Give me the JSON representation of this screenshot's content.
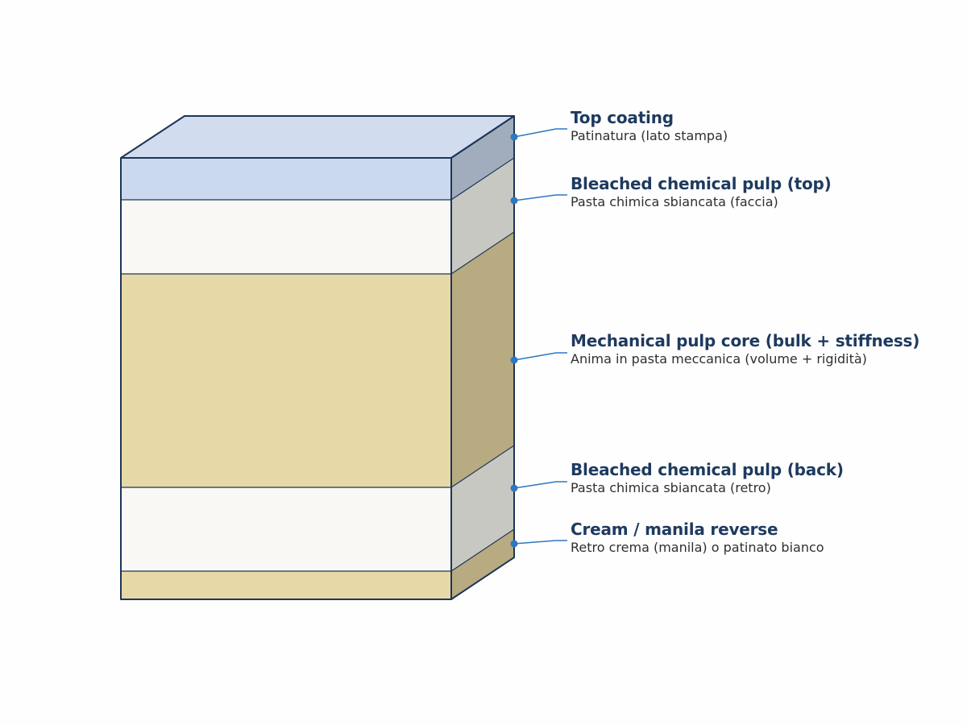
{
  "colors": {
    "outline": "#1e3557",
    "leader": "#2e78c0",
    "title_text": "#1e3a5f",
    "subtitle_text": "#2f2f2f",
    "coating_front": "#cbd9ee",
    "coating_top": "#d1dcee",
    "coating_side": "#a1adbd",
    "white_front": "#f9f8f4",
    "white_side": "#c8c8c2",
    "core_front": "#e7d8a7",
    "core_side": "#b8ab81"
  },
  "layers": [
    {
      "id": "top-coating",
      "title": "Top coating",
      "subtitle": "Patinatura (lato stampa)"
    },
    {
      "id": "bleached-top",
      "title": "Bleached chemical pulp (top)",
      "subtitle": "Pasta chimica sbiancata (faccia)"
    },
    {
      "id": "mechanical-core",
      "title": "Mechanical pulp core (bulk + stiffness)",
      "subtitle": "Anima in pasta meccanica (volume + rigidità)"
    },
    {
      "id": "bleached-back",
      "title": "Bleached chemical pulp (back)",
      "subtitle": "Pasta chimica sbiancata (retro)"
    },
    {
      "id": "cream-reverse",
      "title": "Cream / manila reverse",
      "subtitle": "Retro crema (manila) o patinato bianco"
    }
  ]
}
